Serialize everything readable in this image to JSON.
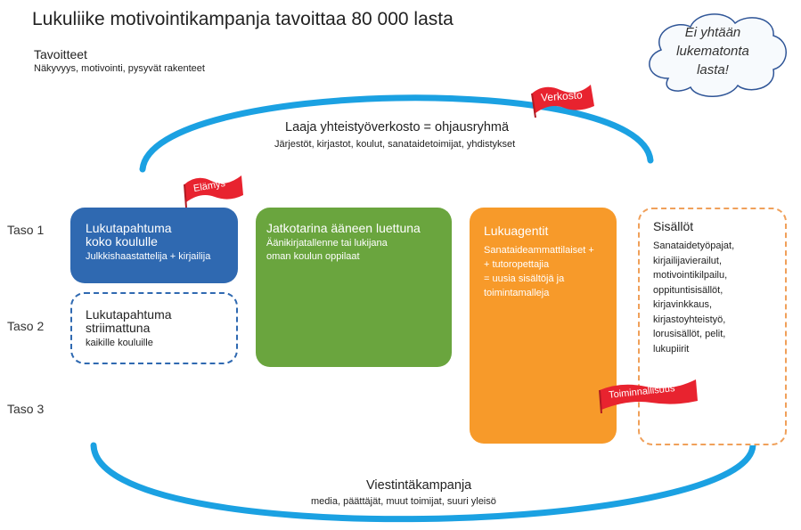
{
  "title": "Lukuliike motivointikampanja tavoittaa 80 000 lasta",
  "goals": {
    "heading": "Tavoitteet",
    "text": "Näkyvyys, motivointi, pysyvät rakenteet"
  },
  "cloud": {
    "text_lines": [
      "Ei yhtään",
      "lukematonta",
      "lasta!"
    ]
  },
  "network": {
    "heading": "Laaja yhteistyöverkosto = ohjausryhmä",
    "text": "Järjestöt, kirjastot, koulut, sanataidetoimijat, yhdistykset",
    "flag": "Verkosto"
  },
  "levels": [
    "Taso 1",
    "Taso 2",
    "Taso 3"
  ],
  "boxes": {
    "event": {
      "heading_lines": [
        "Lukutapahtuma",
        "koko koululle"
      ],
      "text": "Julkkishaastattelija + kirjailija",
      "flag": "Elämys"
    },
    "stream": {
      "heading_lines": [
        "Lukutapahtuma",
        "striimattuna"
      ],
      "text": "kaikille kouluille"
    },
    "story": {
      "heading": "Jatkotarina ääneen luettuna",
      "text_lines": [
        "Äänikirjatallenne tai lukijana",
        "oman koulun oppilaat"
      ]
    },
    "agents": {
      "heading": "Lukuagentit",
      "text_lines": [
        "Sanataideammattilaiset +",
        "+ tutoropettajia",
        "= uusia sisältöjä ja",
        "toimintamalleja"
      ],
      "flag": "Toiminnallisuus"
    },
    "content": {
      "heading": "Sisällöt",
      "text_lines": [
        "Sanataidetyöpajat,",
        "kirjailijavierailut,",
        "motivointikilpailu,",
        "oppituntisisällöt,",
        "kirjavinkkaus,",
        "kirjastoyhteistyö,",
        "lorusisällöt, pelit,",
        "lukupiirit"
      ]
    }
  },
  "communication": {
    "heading": "Viestintäkampanja",
    "text": "media, päättäjät, muut toimijat, suuri yleisö"
  },
  "colors": {
    "blue": "#2f69b1",
    "arc_blue": "#1ba1e2",
    "green": "#6aa53e",
    "orange": "#f79a2a",
    "flag_red": "#e8232f"
  }
}
